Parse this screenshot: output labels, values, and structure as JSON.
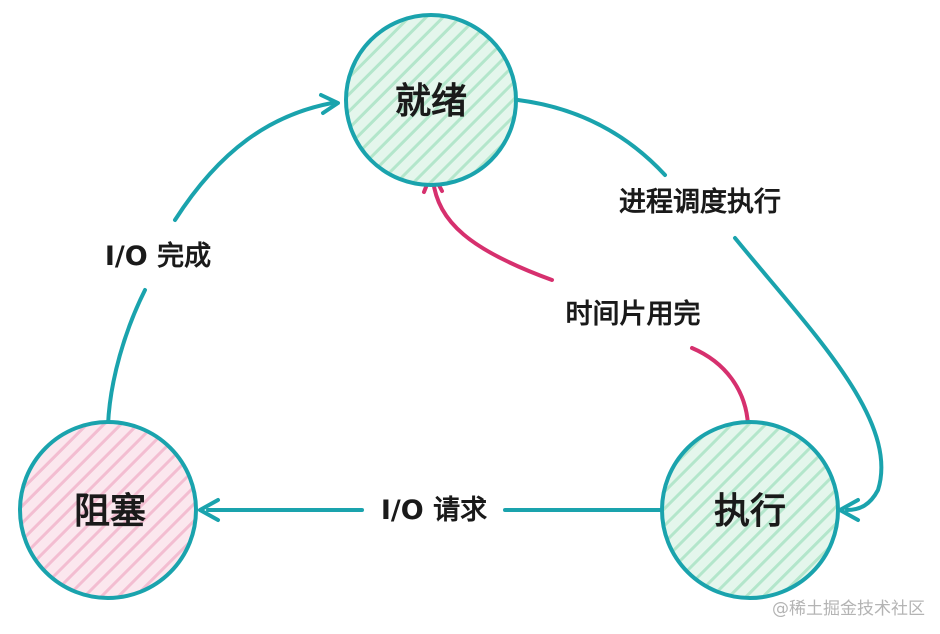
{
  "states": {
    "ready": "就绪",
    "running": "执行",
    "blocked": "阻塞"
  },
  "transitions": {
    "schedule": "进程调度执行",
    "timeout": "时间片用完",
    "io_request": "I/O 请求",
    "io_complete": "I/O 完成"
  },
  "watermark": "@稀土掘金技术社区",
  "colors": {
    "ready_fill": "#cdeedd",
    "running_fill": "#cdeedd",
    "blocked_fill": "#f6cddd",
    "node_stroke": "#1aa3ad",
    "edge_primary": "#1aa3ad",
    "edge_timeout": "#d6306e"
  }
}
